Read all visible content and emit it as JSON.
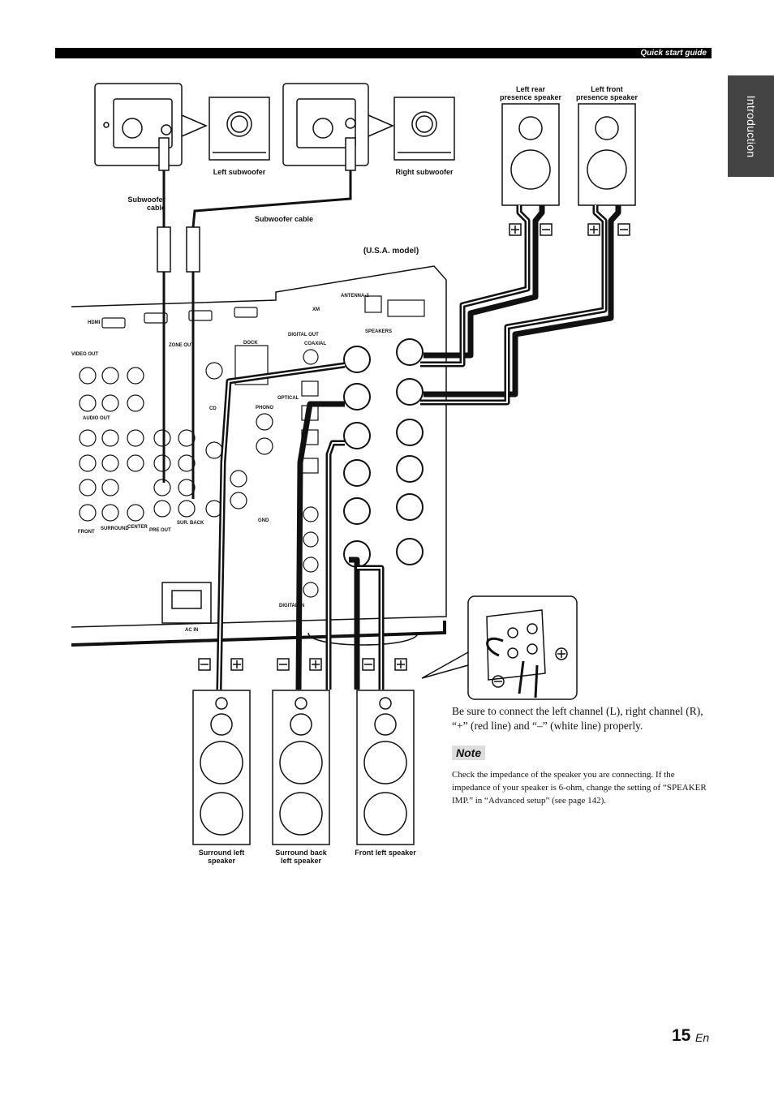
{
  "header": {
    "section": "Quick start guide"
  },
  "side_tab": {
    "label": "Introduction"
  },
  "labels": {
    "left_subwoofer": "Left subwoofer",
    "right_subwoofer": "Right subwoofer",
    "subwoofer_cable_1": "Subwoofer\ncable",
    "subwoofer_cable_2": "Subwoofer cable",
    "usa_model": "(U.S.A. model)",
    "left_rear_presence": "Left rear\npresence speaker",
    "left_front_presence": "Left front\npresence speaker",
    "surround_left": "Surround left\nspeaker",
    "surround_back_left": "Surround back\nleft speaker",
    "front_left": "Front left speaker"
  },
  "panel_labels": {
    "hdmi": "HDMI",
    "video_out": "VIDEO OUT",
    "audio_out": "AUDIO OUT",
    "zone_out": "ZONE OUT",
    "dock": "DOCK",
    "xm": "XM",
    "antenna": "ANTENNA-2",
    "digital_out": "DIGITAL OUT",
    "digital_in": "DIGITAL IN",
    "speakers": "SPEAKERS",
    "pre_out": "PRE OUT",
    "gnd": "GND",
    "ac_in": "AC IN",
    "front": "FRONT",
    "surround": "SURROUND",
    "center": "CENTER",
    "sur_back": "SUR. BACK",
    "coaxial": "COAXIAL",
    "optical": "OPTICAL",
    "phono": "PHONO",
    "cd": "CD"
  },
  "body": {
    "instruction": "Be sure to connect the left channel (L), right channel (R), “+” (red line) and “–” (white line) properly.",
    "note_title": "Note",
    "note_text": "Check the impedance of the speaker you are connecting. If the impedance of your speaker is 6-ohm, change the setting of “SPEAKER IMP.” in “Advanced setup” (see page 142)."
  },
  "footer": {
    "page_number": "15",
    "lang": "En"
  }
}
